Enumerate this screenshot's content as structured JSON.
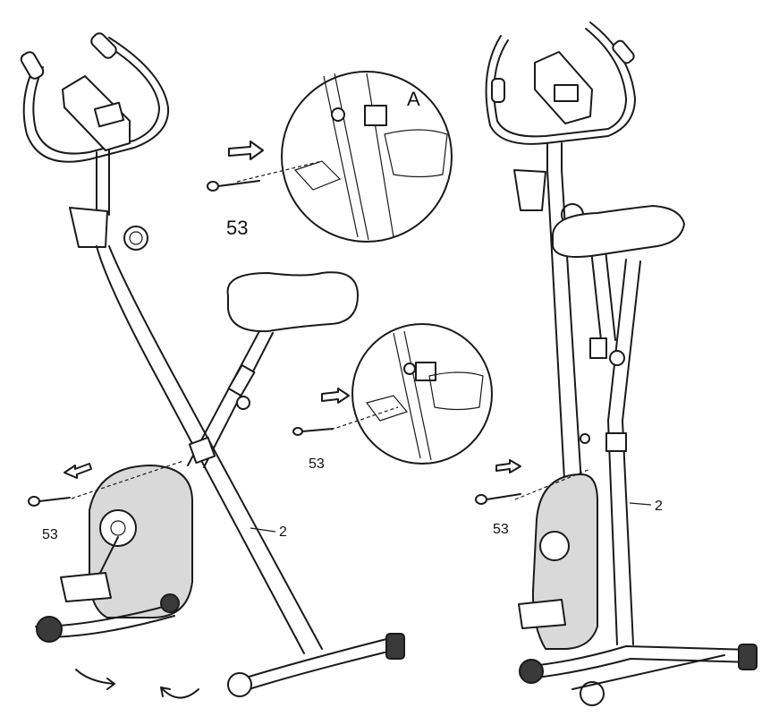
{
  "callouts": {
    "detail_a_letter": "A",
    "pin_top": "53",
    "pin_middle": "53",
    "pin_left": "53",
    "pin_right": "53",
    "frame_left": "2",
    "frame_right": "2"
  },
  "icons": [
    "insert-arrow-icon",
    "remove-arrow-icon",
    "fold-rotation-arrow-icon"
  ]
}
